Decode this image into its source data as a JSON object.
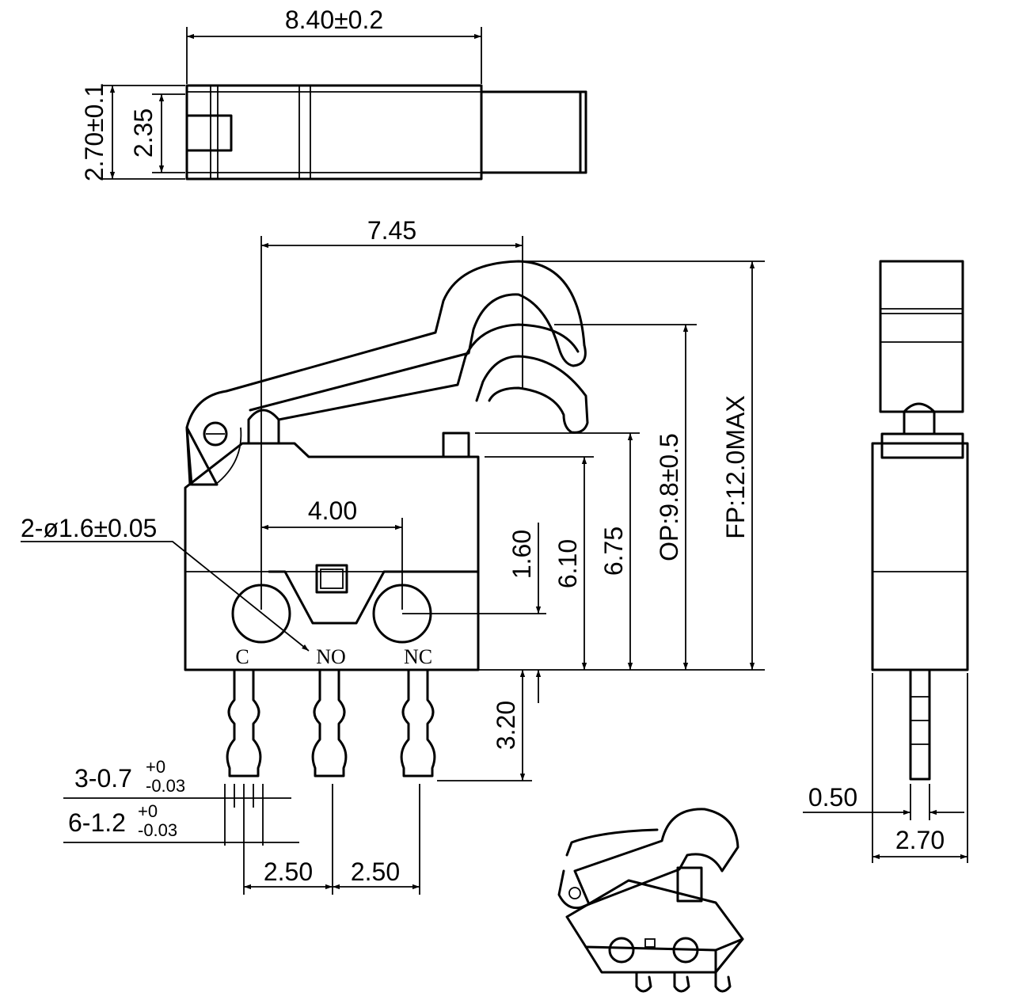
{
  "top_view": {
    "width_label": "8.40±0.2",
    "height_label": "2.70±0.1",
    "inner_height_label": "2.35"
  },
  "front_view": {
    "lever_distance_label": "7.45",
    "pin_spacing_label": "4.00",
    "hole_label": "2-ø1.6±0.05",
    "label_1_60": "1.60",
    "label_6_10": "6.10",
    "label_6_75": "6.75",
    "op_label": "OP:9.8±0.5",
    "fp_label": "FP:12.0MAX",
    "pin_length_label": "3.20",
    "terminal_width_1": "3-0.7",
    "terminal_tol_1_top": "+0",
    "terminal_tol_1_bottom": "-0.03",
    "terminal_width_2": "6-1.2",
    "terminal_tol_2_top": "+0",
    "terminal_tol_2_bottom": "-0.03",
    "pitch_1": "2.50",
    "pitch_2": "2.50",
    "pins": [
      "C",
      "NO",
      "NC"
    ]
  },
  "side_view": {
    "pin_thickness_label": "0.50",
    "width_label": "2.70"
  }
}
